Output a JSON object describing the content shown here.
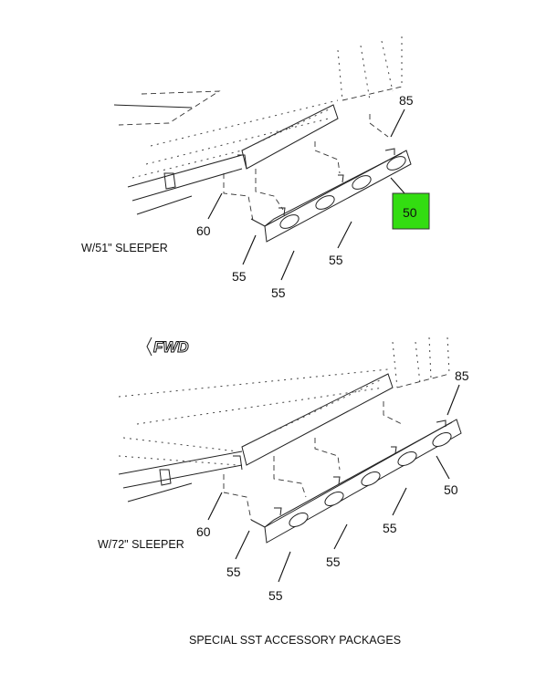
{
  "title": "SPECIAL SST ACCESSORY PACKAGES",
  "forward_marker": "FWD",
  "highlight_color": "#33dd11",
  "views": [
    {
      "label": "W/51\" SLEEPER",
      "callouts": {
        "c85": "85",
        "c50": "50",
        "c60": "60",
        "c55a": "55",
        "c55b": "55",
        "c55c": "55"
      },
      "highlighted": "50"
    },
    {
      "label": "W/72\" SLEEPER",
      "callouts": {
        "c85": "85",
        "c50": "50",
        "c60": "60",
        "c55a": "55",
        "c55b": "55",
        "c55c": "55",
        "c55d": "55"
      }
    }
  ]
}
